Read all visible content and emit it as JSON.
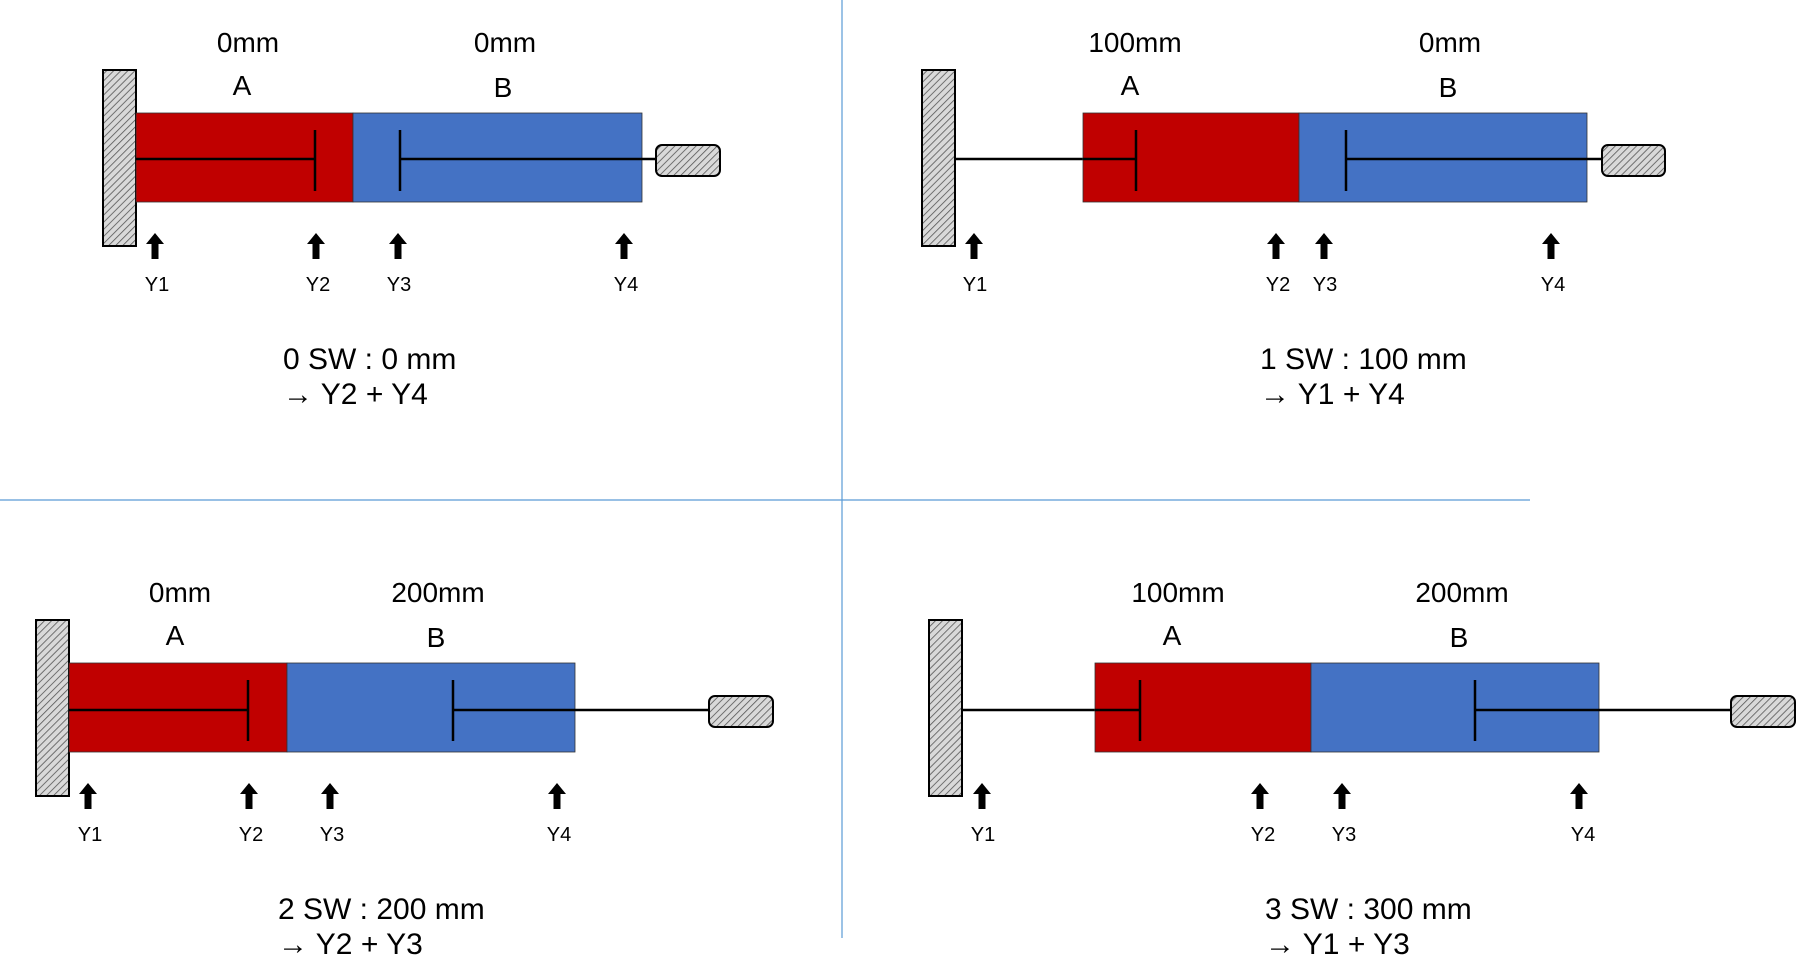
{
  "colors": {
    "cylinder_a": "#c00000",
    "cylinder_b": "#4472c4",
    "divider": "#5b9bd5",
    "rod": "#000000",
    "hatch_fill": "#d9d9d9"
  },
  "icons": {
    "arrow": "up-arrow-icon",
    "wall": "hatched-wall-icon",
    "load": "hatched-load-block-icon"
  },
  "panels": [
    {
      "id": "0sw",
      "a_length": "0mm",
      "b_length": "0mm",
      "a_label": "A",
      "b_label": "B",
      "sensors": [
        "Y1",
        "Y2",
        "Y3",
        "Y4"
      ],
      "caption_line1": "0 SW : 0 mm",
      "caption_line2": "→ Y2 + Y4"
    },
    {
      "id": "1sw",
      "a_length": "100mm",
      "b_length": "0mm",
      "a_label": "A",
      "b_label": "B",
      "sensors": [
        "Y1",
        "Y2",
        "Y3",
        "Y4"
      ],
      "caption_line1": "1 SW : 100 mm",
      "caption_line2": "→ Y1 + Y4"
    },
    {
      "id": "2sw",
      "a_length": "0mm",
      "b_length": "200mm",
      "a_label": "A",
      "b_label": "B",
      "sensors": [
        "Y1",
        "Y2",
        "Y3",
        "Y4"
      ],
      "caption_line1": "2 SW : 200 mm",
      "caption_line2": "→ Y2 + Y3"
    },
    {
      "id": "3sw",
      "a_length": "100mm",
      "b_length": "200mm",
      "a_label": "A",
      "b_label": "B",
      "sensors": [
        "Y1",
        "Y2",
        "Y3",
        "Y4"
      ],
      "caption_line1": "3 SW : 300 mm",
      "caption_line2": "→ Y1 + Y3"
    }
  ]
}
